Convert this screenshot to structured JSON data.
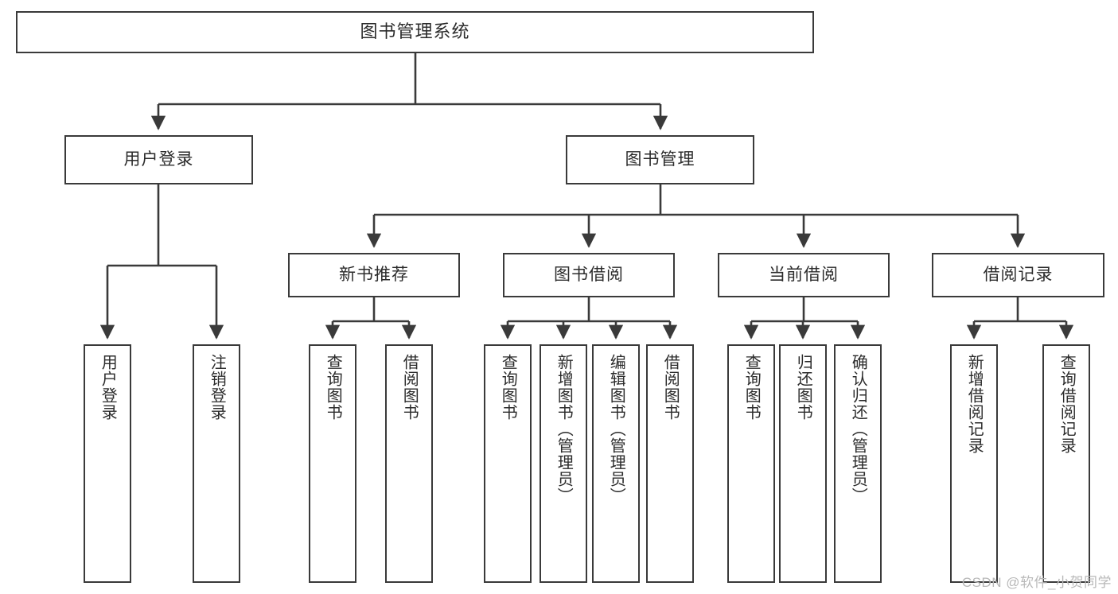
{
  "diagram": {
    "title": "图书管理系统",
    "type": "hierarchy-tree",
    "watermark": "CSDN @软件_小贺同学",
    "colors": {
      "box_border": "#3a3a3a",
      "box_fill": "#ffffff",
      "connector": "#3a3a3a",
      "text": "#2b2b2b",
      "watermark": "#b8b8b8"
    },
    "levels": {
      "root": {
        "label": "图书管理系统"
      },
      "level2": [
        {
          "id": "user-login",
          "label": "用户登录"
        },
        {
          "id": "book-manage",
          "label": "图书管理"
        }
      ],
      "level3": [
        {
          "id": "new-book-rec",
          "label": "新书推荐",
          "parent": "book-manage"
        },
        {
          "id": "book-borrow",
          "label": "图书借阅",
          "parent": "book-manage"
        },
        {
          "id": "current-borrow",
          "label": "当前借阅",
          "parent": "book-manage"
        },
        {
          "id": "borrow-record",
          "label": "借阅记录",
          "parent": "book-manage"
        }
      ],
      "leaves": [
        {
          "id": "leaf-user-login",
          "label": "用户登录",
          "parent": "user-login"
        },
        {
          "id": "leaf-logout",
          "label": "注销登录",
          "parent": "user-login"
        },
        {
          "id": "leaf-query-book-1",
          "label": "查询图书",
          "parent": "new-book-rec"
        },
        {
          "id": "leaf-borrow-book-1",
          "label": "借阅图书",
          "parent": "new-book-rec"
        },
        {
          "id": "leaf-query-book-2",
          "label": "查询图书",
          "parent": "book-borrow"
        },
        {
          "id": "leaf-add-book",
          "label": "新增图书（管理员）",
          "parent": "book-borrow"
        },
        {
          "id": "leaf-edit-book",
          "label": "编辑图书（管理员）",
          "parent": "book-borrow"
        },
        {
          "id": "leaf-borrow-book-2",
          "label": "借阅图书",
          "parent": "book-borrow"
        },
        {
          "id": "leaf-query-book-3",
          "label": "查询图书",
          "parent": "current-borrow"
        },
        {
          "id": "leaf-return-book",
          "label": "归还图书",
          "parent": "current-borrow"
        },
        {
          "id": "leaf-confirm-return",
          "label": "确认归还（管理员）",
          "parent": "current-borrow"
        },
        {
          "id": "leaf-add-record",
          "label": "新增借阅记录",
          "parent": "borrow-record"
        },
        {
          "id": "leaf-query-record",
          "label": "查询借阅记录",
          "parent": "borrow-record"
        }
      ]
    }
  }
}
